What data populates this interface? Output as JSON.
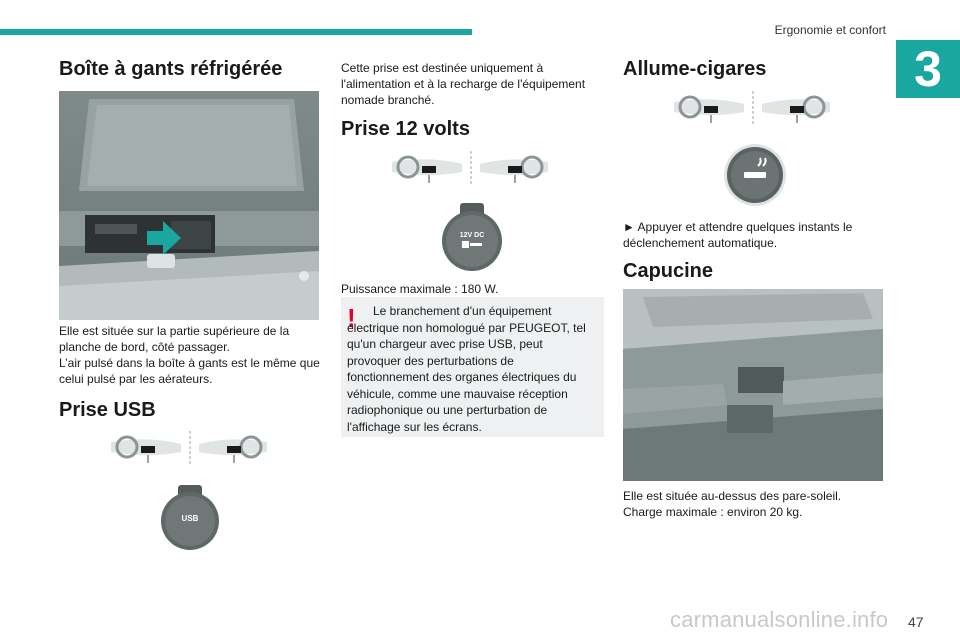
{
  "header": {
    "section_title": "Ergonomie et confort",
    "chapter_number": "3"
  },
  "col1": {
    "glovebox_title": "Boîte à gants réfrigérée",
    "glovebox_text_1": "Elle est située sur la partie supérieure de la",
    "glovebox_text_2": "planche de bord, côté passager.",
    "glovebox_text_3": "L’air pulsé dans la boîte à gants est le même que",
    "glovebox_text_4": "celui pulsé par les aérateurs.",
    "usb_title": "Prise USB",
    "usb_socket_label": "USB"
  },
  "col2": {
    "intro_1": "Cette prise est destinée uniquement à",
    "intro_2": "l'alimentation et à la recharge de l'équipement",
    "intro_3": "nomade branché.",
    "socket12_title": "Prise 12 volts",
    "socket12_label": "12V DC",
    "power_text": "Puissance maximale : 180 W.",
    "warning_mark": "!",
    "warning_text": "Le branchement d'un équipement électrique non homologué par PEUGEOT, tel qu'un chargeur avec prise USB, peut provoquer des perturbations de fonctionnement des organes électriques du véhicule, comme une mauvaise réception radiophonique ou une perturbation de l'affichage sur les écrans."
  },
  "col3": {
    "lighter_title": "Allume-cigares",
    "lighter_text_1": "►  Appuyer et attendre quelques instants le",
    "lighter_text_2": "déclenchement automatique.",
    "capucine_title": "Capucine",
    "capucine_text_1": "Elle est située au-dessus des pare-soleil.",
    "capucine_text_2": "Charge maximale : environ 20 kg."
  },
  "footer": {
    "page_number": "47",
    "watermark": "carmanualsonline.info"
  },
  "colors": {
    "accent": "#1aa79f",
    "warning_red": "#e4002b",
    "note_background": "#eef0f1"
  }
}
